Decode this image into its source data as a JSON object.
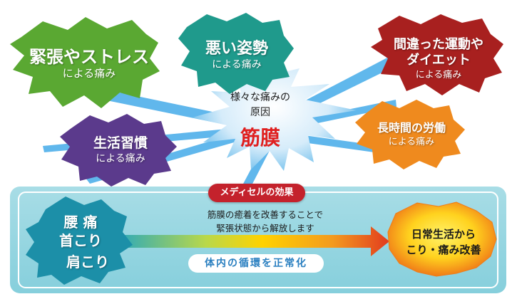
{
  "causes": [
    {
      "title": "緊張やストレス",
      "sub": "による痛み",
      "color": "#5aa832"
    },
    {
      "title": "悪い姿勢",
      "sub": "による痛み",
      "color": "#1f9a8c"
    },
    {
      "title": "間違った運動や",
      "title2": "ダイエット",
      "sub": "による痛み",
      "color": "#a8201f"
    },
    {
      "title": "生活習慣",
      "sub": "による痛み",
      "color": "#5b3a8c"
    },
    {
      "title": "長時間の労働",
      "sub": "による痛み",
      "color": "#ef8a1e"
    }
  ],
  "center": {
    "line1": "様々な痛みの",
    "line2": "原因",
    "word": "筋膜",
    "color": "#e02020"
  },
  "effect": {
    "banner": "メディセルの効果",
    "desc1": "筋膜の癒着を改善することで",
    "desc2": "緊張状態から解放します",
    "normalize": "体内の循環を正常化"
  },
  "symptoms": {
    "line1": "腰 痛",
    "line2": "首こり",
    "line3": "肩こり"
  },
  "result": {
    "line1": "日常生活から",
    "line2": "こり・痛み改善"
  }
}
